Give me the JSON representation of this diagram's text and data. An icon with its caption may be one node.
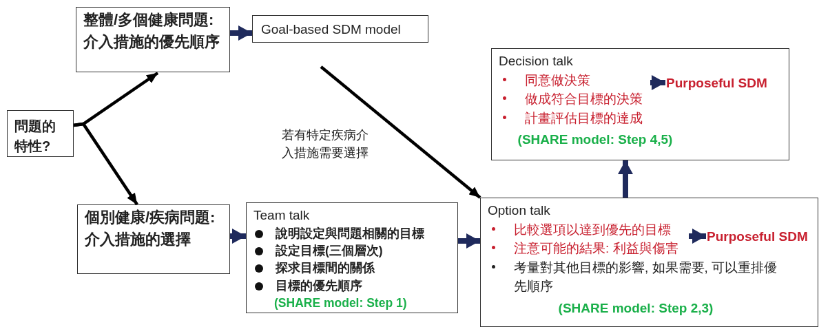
{
  "diagram": {
    "nodes": [
      {
        "text": [
          "問題的特性?"
        ]
      },
      {
        "text": [
          "整體/多個健康問題: 介入措施的優先順序"
        ]
      },
      {
        "text": [
          "Goal-based SDM model"
        ]
      },
      {
        "text": [
          "個別健康/疾病問題: 介入措施的選擇"
        ]
      },
      {
        "text": [
          "Team talk",
          "說明設定與問題相關的目標",
          "設定目標(三個層次)",
          "探求目標間的關係",
          "目標的優先順序",
          "(SHARE model: Step 1)"
        ]
      },
      {
        "text": [
          "Option talk",
          "比較選項以達到優先的目標",
          "注意可能的結果: 利益與傷害",
          "考量對其他目標的影響, 如果需要, 可以重排優先順序",
          "(SHARE model: Step 2,3)"
        ]
      },
      {
        "text": [
          "Decision talk",
          "同意做決策",
          "做成符合目標的決策",
          "計畫評估目標的達成",
          "(SHARE model: Step 4,5)"
        ]
      },
      {
        "text": [
          "Purposeful SDM"
        ],
        "in": 6
      },
      {
        "text": [
          "Purposeful SDM"
        ],
        "in": 5
      }
    ],
    "edges": [
      {
        "from": 0,
        "to": 1,
        "arrow": "to",
        "color": "#000000"
      },
      {
        "from": 0,
        "to": 3,
        "arrow": "to",
        "color": "#000000"
      },
      {
        "from": 1,
        "to": 2,
        "arrow": "to"
      },
      {
        "from": null,
        "to": 5,
        "arrow": "to",
        "color": "#000000",
        "label": "若有特定疾病介入措施需要選擇"
      },
      {
        "from": 3,
        "to": 4,
        "arrow": "to"
      },
      {
        "from": 4,
        "to": 5,
        "arrow": "to"
      },
      {
        "from": 5,
        "to": 6,
        "arrow": "to"
      },
      {
        "from": null,
        "to": 7,
        "arrow": "to"
      },
      {
        "from": null,
        "to": 8,
        "arrow": "to"
      }
    ]
  }
}
